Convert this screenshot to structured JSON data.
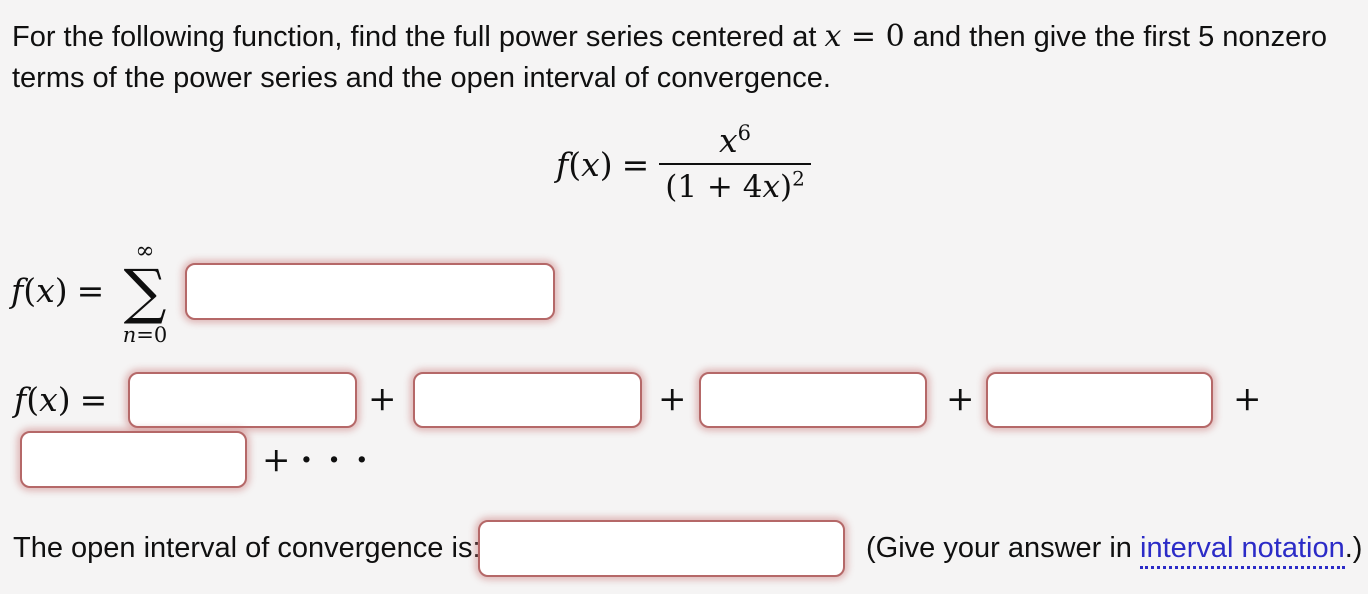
{
  "colors": {
    "background": "#f5f4f4",
    "box_border": "#b56868",
    "box_glow": "rgba(197,110,110,0.45)",
    "link": "#2b2bc7",
    "text": "#101010"
  },
  "intro": {
    "line1_prefix": "For the following function, find the full power series centered at ",
    "math_x": "x",
    "math_eq_zero": " = 0",
    "line1_suffix": " and then give the first 5 nonzero",
    "line2": "terms of the power series and the open interval of convergence."
  },
  "fx": {
    "f": "f",
    "open": "(",
    "x": "x",
    "close": ")",
    "eq": "="
  },
  "equation": {
    "num_x": "x",
    "num_exp": "6",
    "den_pre": "(1 + 4",
    "den_x": "x",
    "den_close": ")",
    "den_exp": "2"
  },
  "summation": {
    "upper": "∞",
    "operator": "∑",
    "lower_var": "n",
    "lower_rest": "=0"
  },
  "operators": {
    "plus": "+",
    "ellipsis": "· · ·"
  },
  "inputs": {
    "general_term": {
      "value": "",
      "placeholder": ""
    },
    "term1": {
      "value": "",
      "placeholder": ""
    },
    "term2": {
      "value": "",
      "placeholder": ""
    },
    "term3": {
      "value": "",
      "placeholder": ""
    },
    "term4": {
      "value": "",
      "placeholder": ""
    },
    "term5": {
      "value": "",
      "placeholder": ""
    },
    "interval": {
      "value": "",
      "placeholder": ""
    }
  },
  "convergence": {
    "label": "The open interval of convergence is:",
    "hint_prefix": "(Give your answer in ",
    "link_text": "interval notation",
    "hint_suffix": ".)"
  }
}
